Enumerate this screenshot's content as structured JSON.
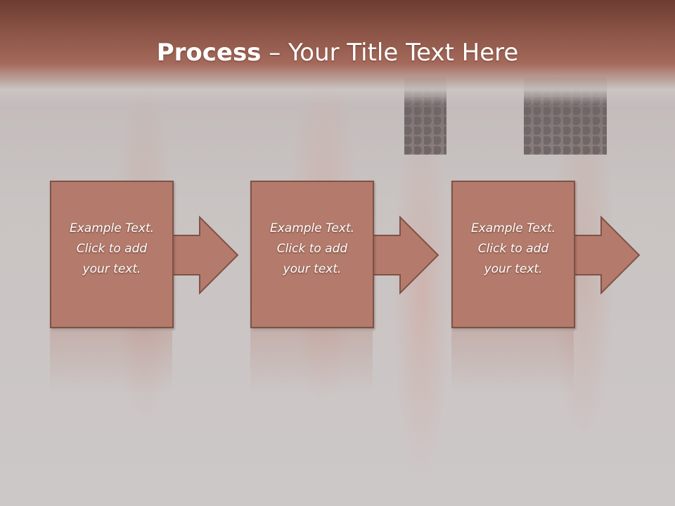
{
  "slide": {
    "title_bold": "Process",
    "title_rest": " – Your Title Text Here"
  },
  "steps": [
    {
      "line1": "Example Text.",
      "line2": "Click  to add",
      "line3": "your text."
    },
    {
      "line1": "Example Text.",
      "line2": "Click  to add",
      "line3": "your text."
    },
    {
      "line1": "Example Text.",
      "line2": "Click  to add",
      "line3": "your text."
    }
  ],
  "colors": {
    "box_fill": "#b47b6c",
    "box_border": "#7f5246",
    "header_dark": "#6d3c31"
  }
}
